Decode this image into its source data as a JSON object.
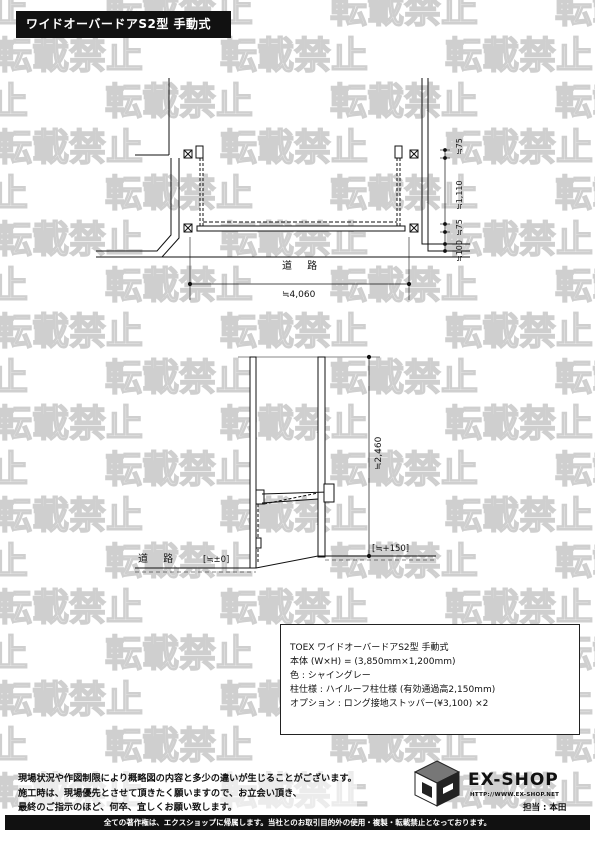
{
  "header": {
    "title": "ワイドオーバードアS2型 手動式"
  },
  "watermark": {
    "text": "転載禁止"
  },
  "plan_view": {
    "road_label": "道 路",
    "width_dimension": "≒4,060",
    "side_dimension_top": "≒75",
    "side_dimension_main": "≒1,110",
    "side_dimension_lower": "≒75",
    "side_dimension_bottom": "≒100"
  },
  "elevation_view": {
    "road_label": "道 路",
    "ground_level": "[≒±0]",
    "height_dimension": "≒2,460",
    "step_level": "[≒+150]"
  },
  "spec": {
    "product": "TOEX ワイドオーバードアS2型 手動式",
    "size": "本体 (W×H) = (3,850mm×1,200mm)",
    "color": "色 : シャイングレー",
    "post": "柱仕様 : ハイルーフ柱仕様 (有効通過高2,150mm)",
    "option": "オプション : ロング接地ストッパー(¥3,100) ×2"
  },
  "notice": {
    "line1": "現場状況や作図制限により概略図の内容と多少の違いが生じることがございます。",
    "line2": "施工時は、現場優先とさせて頂きたく願いますので、お立会い頂き、",
    "line3": "最終のご指示のほど、何卒、宜しくお願い致します。"
  },
  "brand": {
    "name": "EX-SHOP",
    "url": "HTTP://WWW.EX-SHOP.NET",
    "person": "担当 : 本田"
  },
  "footer": {
    "text": "全ての著作権は、エクスショップに帰属します。当社とのお取引目的外の使用・複製・転載禁止となっております。"
  }
}
